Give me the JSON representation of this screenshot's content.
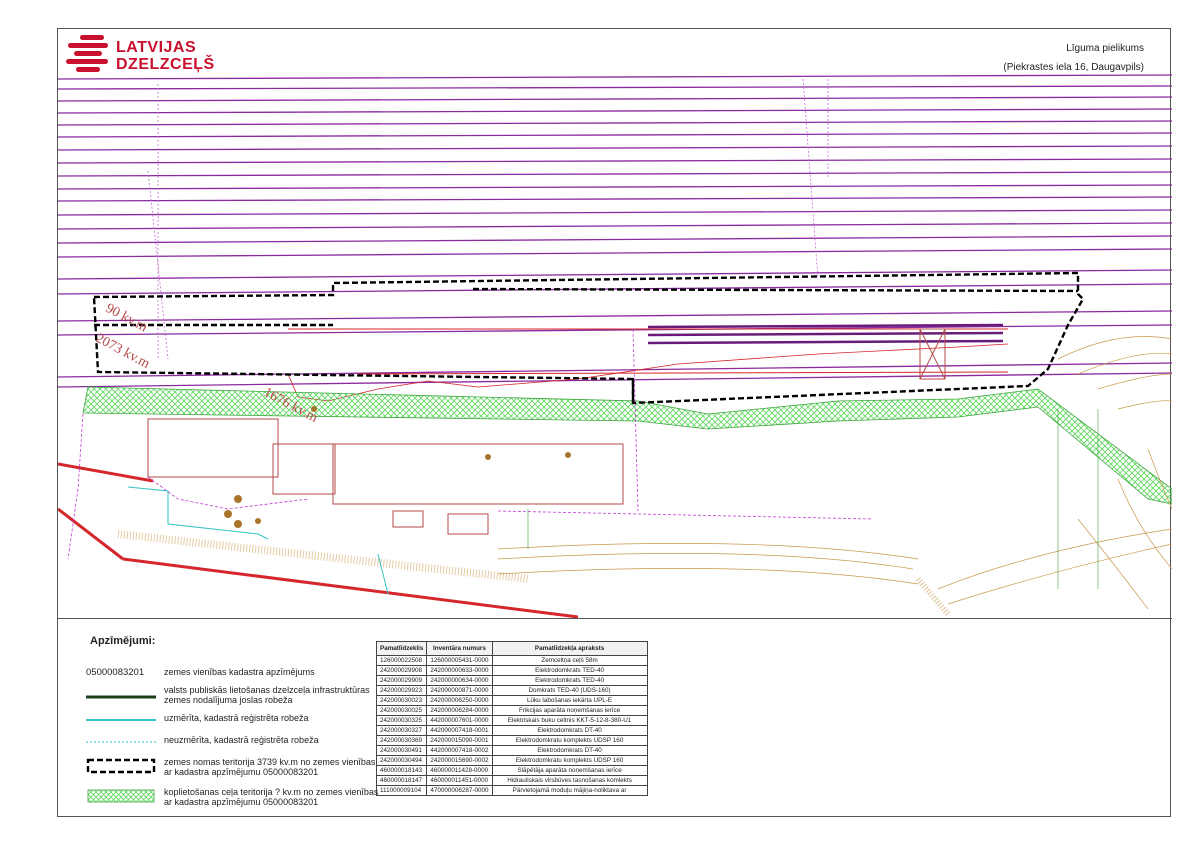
{
  "header": {
    "logo_line1": "LATVIJAS",
    "logo_line2": "DZELZCEĻŠ",
    "doc_title": "Līguma pielikums",
    "address": "(Piekrastes iela 16, Daugavpils)"
  },
  "map": {
    "annotations": [
      {
        "id": "area-lease-a",
        "text": "90 kv.m"
      },
      {
        "id": "area-lease-b",
        "text": "2073 kv.m"
      },
      {
        "id": "area-lease-c",
        "text": "1676 kv.m"
      }
    ]
  },
  "legend": {
    "title": "Apzīmējumi:",
    "items": [
      {
        "code": "05000083201",
        "label": "zemes vienības kadastra apzīmējums"
      },
      {
        "code": "",
        "label": "valsts publiskās lietošanas dzelzceļa infrastruktūras zemes nodalījuma joslas robeža"
      },
      {
        "code": "",
        "label": "uzmērīta, kadastrā reģistrēta robeža"
      },
      {
        "code": "",
        "label": "neuzmērīta, kadastrā reģistrēta robeža"
      },
      {
        "code": "",
        "label": "zemes nomas teritorija 3739 kv.m no zemes vienības ar kadastra apzīmējumu 05000083201"
      },
      {
        "code": "",
        "label": "koplietošanas ceļa teritorija ? kv.m no zemes vienības ar kadastra apzīmējumu 05000083201"
      }
    ],
    "colors": {
      "boundary_strip": "#1b3d1b",
      "surveyed": "#31c4c4",
      "unsurveyed": "#7ad6e0",
      "lease": "#000000",
      "shared_road": "#5bd65b"
    }
  },
  "asset_table": {
    "headers": [
      "Pamatlīdzeklis",
      "Inventāra numurs",
      "Pamatlīdzekļa apraksts"
    ],
    "rows": [
      [
        "126000022508",
        "126000005431-0000",
        "Zemceltņa ceļš 58m"
      ],
      [
        "242000029908",
        "242000000633-0000",
        "Elektrodomkrats TED-40"
      ],
      [
        "242000029909",
        "242000000634-0000",
        "Elektrodomkrats TED-40"
      ],
      [
        "242000029923",
        "242000000871-0000",
        "Domkrats TED-40 (UDS-160)"
      ],
      [
        "242000030023",
        "242000006250-0000",
        "Lūku labošanas iekārta UPL-E"
      ],
      [
        "242000030025",
        "242000006284-0000",
        "Frikcijas aparāta noņemšanas ierīce"
      ],
      [
        "242000030325",
        "442000007601-0000",
        "Elektriskais buku celtnis KKT-5-12-8-380-U1"
      ],
      [
        "242000030327",
        "442000007418-0001",
        "Elektrodomkrats DT-40"
      ],
      [
        "242000030369",
        "242000015090-0001",
        "Elektrodomkratu komplekts UDSP 160"
      ],
      [
        "242000030491",
        "442000007418-0002",
        "Elektrodomkrats DT-40"
      ],
      [
        "242000030494",
        "242000015690-0002",
        "Elektrodomkratu komplekts UDSP 160"
      ],
      [
        "460000018143",
        "460000011428-0000",
        "Slāpētāja aparāta noņemšanas ierīce"
      ],
      [
        "460000018147",
        "460000011451-0000",
        "Hidrauliskais virsbūves tasnošanas komlekts"
      ],
      [
        "111000009104",
        "470000006287-0000",
        "Pārvietojamā moduļu mājiņa-noliktava ar"
      ]
    ]
  }
}
